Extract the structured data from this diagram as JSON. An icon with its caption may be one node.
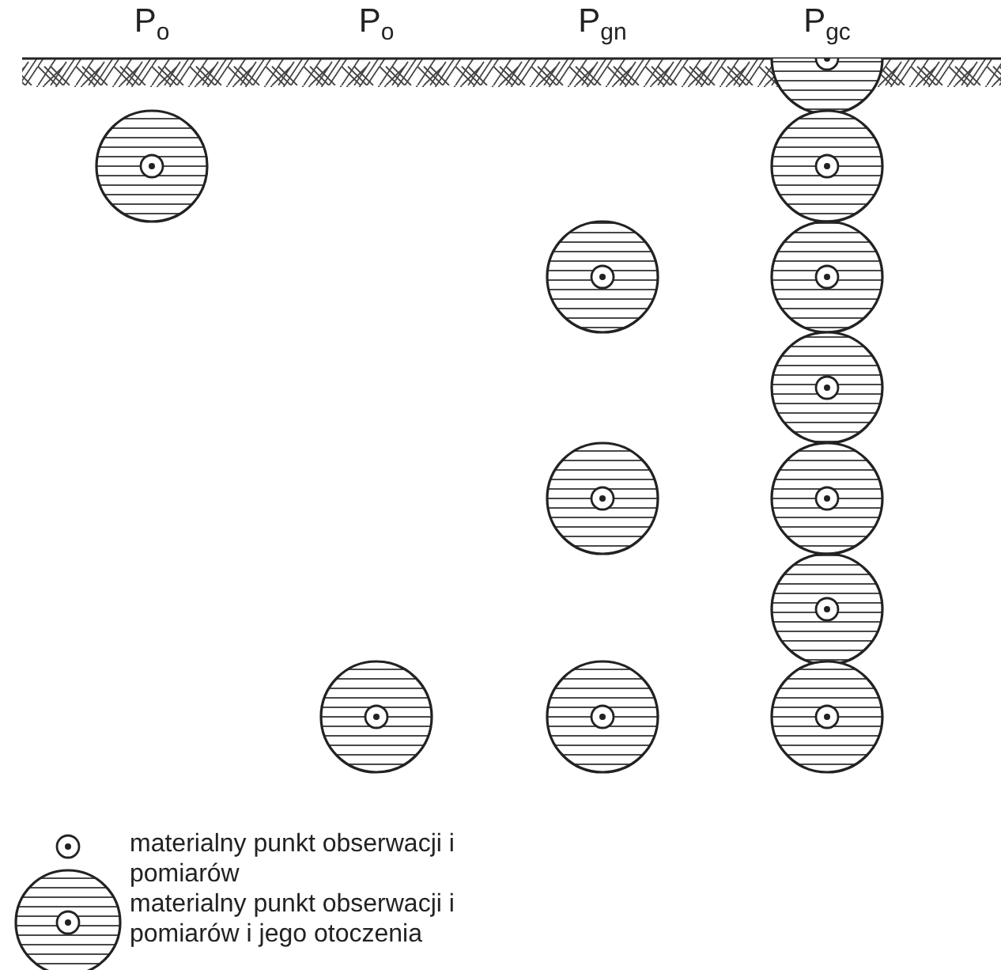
{
  "diagram": {
    "labels": [
      "P$_{o}$",
      "P$_{o}$",
      "P$_{gn}$",
      "P$_{gc}$"
    ],
    "legend": [
      {
        "text": "materialny punkt obserwacji i pomiarów"
      },
      {
        "text": "materialny punkt obserwacji i pomiarów i jego otoczenia"
      }
    ]
  }
}
